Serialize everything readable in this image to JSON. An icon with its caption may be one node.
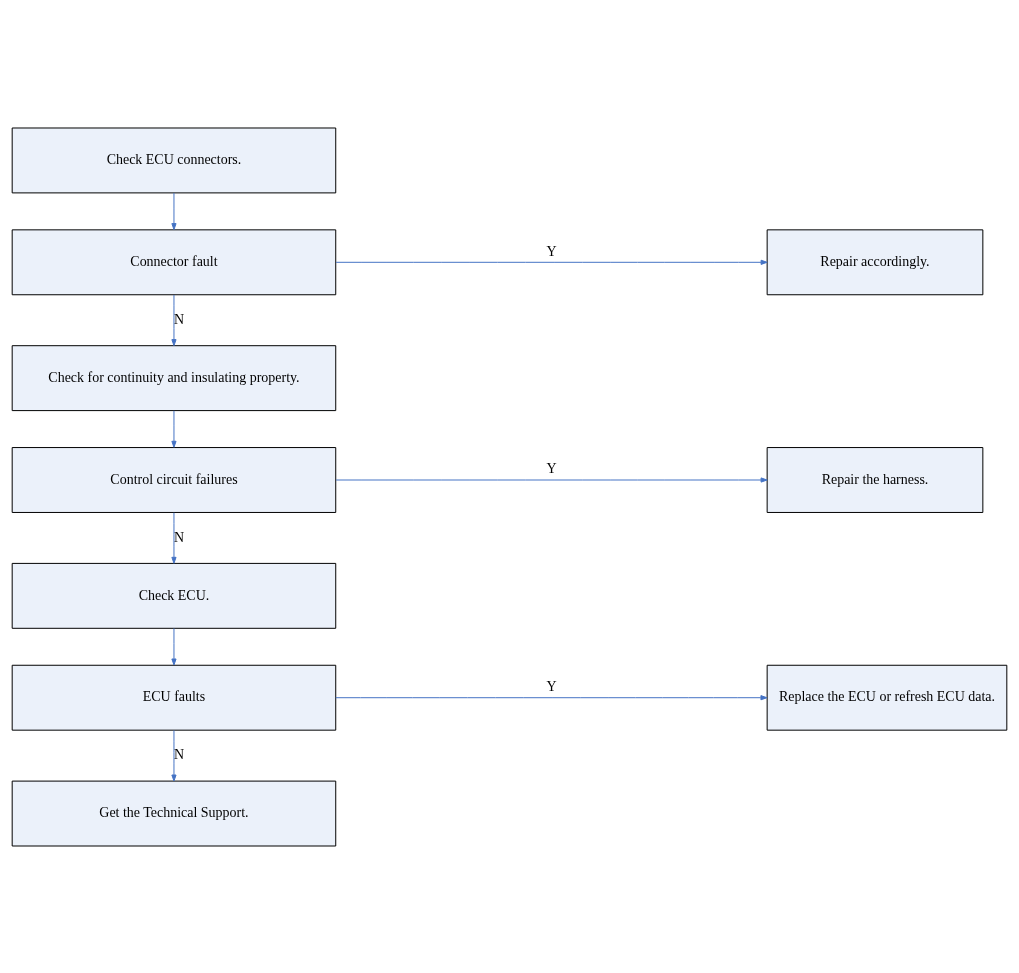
{
  "diagram": {
    "nodes": [
      {
        "text": [
          "Check ECU connectors."
        ]
      },
      {
        "text": [
          "Connector fault"
        ]
      },
      {
        "text": [
          "Repair accordingly."
        ]
      },
      {
        "text": [
          "Check for continuity and insulating property."
        ]
      },
      {
        "text": [
          "Control circuit failures"
        ]
      },
      {
        "text": [
          "Repair the harness."
        ]
      },
      {
        "text": [
          "Check ECU."
        ]
      },
      {
        "text": [
          "ECU faults"
        ]
      },
      {
        "text": [
          "Replace the ECU or refresh ECU data."
        ]
      },
      {
        "text": [
          "Get the Technical Support."
        ]
      }
    ],
    "edges": [
      {
        "from": 0,
        "to": 1,
        "arrow": "to"
      },
      {
        "from": 1,
        "to": 2,
        "arrow": "to",
        "label": "Y"
      },
      {
        "from": 1,
        "to": 3,
        "arrow": "to",
        "label": "N"
      },
      {
        "from": 3,
        "to": 4,
        "arrow": "to"
      },
      {
        "from": 4,
        "to": 5,
        "arrow": "to",
        "label": "Y"
      },
      {
        "from": 4,
        "to": 6,
        "arrow": "to",
        "label": "N"
      },
      {
        "from": 6,
        "to": 7,
        "arrow": "to"
      },
      {
        "from": 7,
        "to": 8,
        "arrow": "to",
        "label": "Y"
      },
      {
        "from": 7,
        "to": 9,
        "arrow": "to",
        "label": "N"
      }
    ]
  }
}
